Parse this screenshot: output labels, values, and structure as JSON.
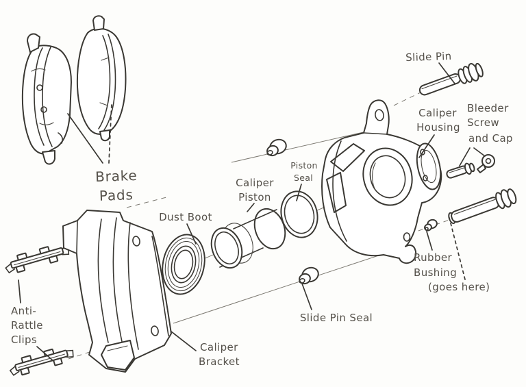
{
  "diagram": {
    "colors": {
      "background": "#fdfdfb",
      "line": "#3a3833",
      "text": "#55514a",
      "shade": "#efede8"
    },
    "labels": {
      "slide_pin": "Slide Pin",
      "caliper_housing_1": "Caliper",
      "caliper_housing_2": "Housing",
      "bleeder_1": "Bleeder",
      "bleeder_2": "Screw",
      "bleeder_3": "and Cap",
      "brake_pads_1": "Brake",
      "brake_pads_2": "Pads",
      "dust_boot": "Dust Boot",
      "caliper_piston_1": "Caliper",
      "caliper_piston_2": "Piston",
      "piston_seal_1": "Piston",
      "piston_seal_2": "Seal",
      "slide_pin_seal": "Slide Pin Seal",
      "caliper_bracket_1": "Caliper",
      "caliper_bracket_2": "Bracket",
      "anti_rattle_1": "Anti-",
      "anti_rattle_2": "Rattle",
      "anti_rattle_3": "Clips",
      "rubber_bushing_1": "Rubber",
      "rubber_bushing_2": "Bushing",
      "rubber_bushing_3": "(goes here)"
    }
  }
}
